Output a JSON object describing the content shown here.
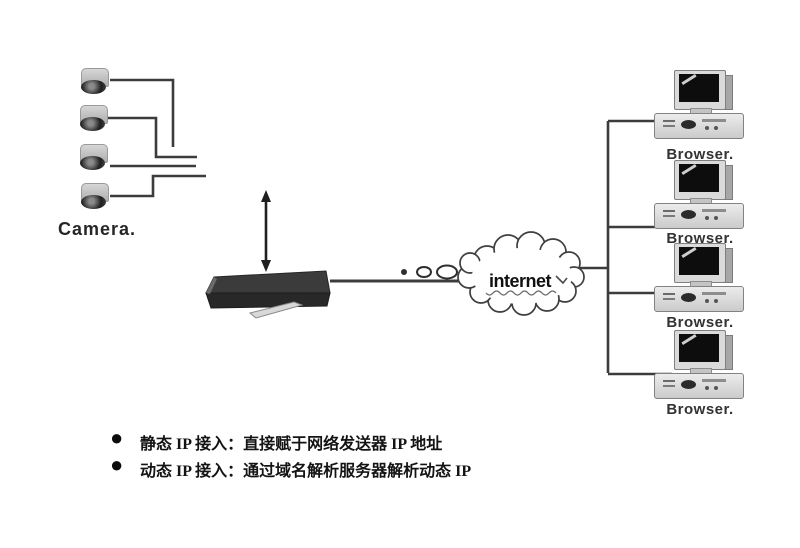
{
  "diagram": {
    "title": "network-camera-to-internet-diagram",
    "colors": {
      "background": "#ffffff",
      "line": "#3c3c3c",
      "device_dark": "#2f2f2f",
      "device_light": "#d9d9d9",
      "text_primary": "#1c1c1c"
    },
    "camera_group": {
      "label": "Camera.",
      "count": 4,
      "icon": "dome-camera-icon"
    },
    "video_server": {
      "icon": "video-server-icon"
    },
    "link_arrow": {
      "icon": "double-arrow-icon"
    },
    "cloud": {
      "label": "internet",
      "icon": "cloud-icon"
    },
    "browsers": [
      {
        "label": "Browser."
      },
      {
        "label": "Browser."
      },
      {
        "label": "Browser."
      },
      {
        "label": "Browser."
      }
    ],
    "legend": [
      {
        "bullet": "●",
        "text": "静态 IP 接入：直接赋于网络发送器 IP 地址"
      },
      {
        "bullet": "●",
        "text": "动态 IP 接入：通过域名解析服务器解析动态 IP"
      }
    ]
  }
}
